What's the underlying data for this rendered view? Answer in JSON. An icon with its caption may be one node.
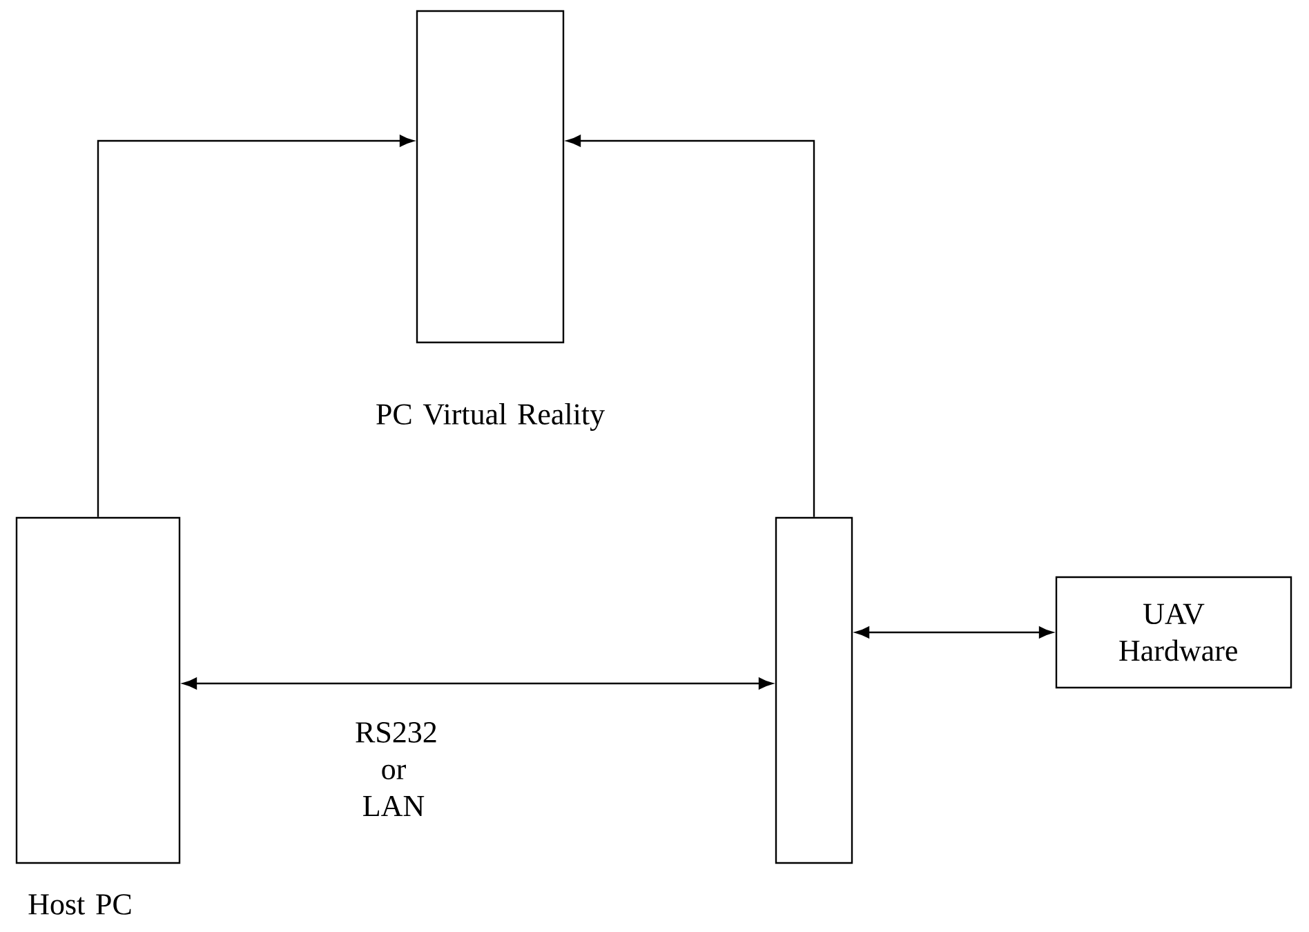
{
  "diagram": {
    "nodes": [
      {
        "text": [
          "PC Virtual Reality"
        ]
      },
      {
        "text": [
          "Host PC"
        ]
      },
      {
        "text": [],
        "shape": "box"
      },
      {
        "text": [
          "UAV Hardware"
        ]
      }
    ],
    "edges": [
      {
        "from": 1,
        "to": 0,
        "arrow": "to"
      },
      {
        "from": 2,
        "to": 0,
        "arrow": "to"
      },
      {
        "from": 1,
        "to": 2,
        "arrow": "both",
        "label": "RS232 or LAN"
      },
      {
        "from": 2,
        "to": 3,
        "arrow": "both"
      }
    ]
  }
}
